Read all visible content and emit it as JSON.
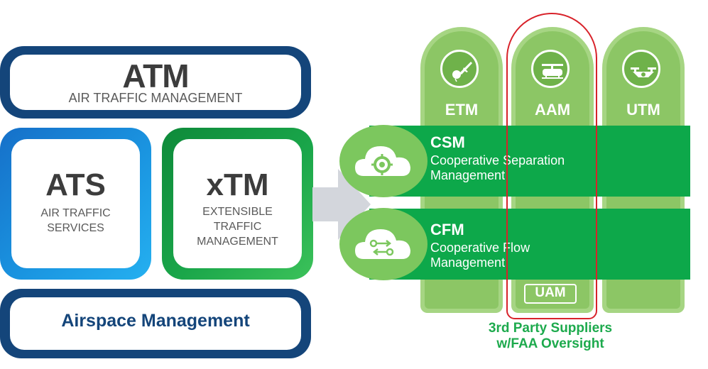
{
  "atm": {
    "title": "ATM",
    "subtitle": "AIR TRAFFIC MANAGEMENT"
  },
  "ats": {
    "title": "ATS",
    "subtitle_line1": "AIR TRAFFIC",
    "subtitle_line2": "SERVICES"
  },
  "xtm": {
    "title": "xTM",
    "subtitle_line1": "EXTENSIBLE",
    "subtitle_line2": "TRAFFIC",
    "subtitle_line3": "MANAGEMENT"
  },
  "airspace": {
    "label": "Airspace Management"
  },
  "pillars": [
    {
      "label": "ETM",
      "icon": "balloon-plane-icon"
    },
    {
      "label": "AAM",
      "icon": "helicopter-icon"
    },
    {
      "label": "UTM",
      "icon": "drone-icon"
    }
  ],
  "bands": [
    {
      "title": "CSM",
      "line1": "Cooperative Separation",
      "line2": "Management",
      "icon": "gear-cloud-icon"
    },
    {
      "title": "CFM",
      "line1": "Cooperative Flow",
      "line2": "Management",
      "icon": "flow-cloud-icon"
    }
  ],
  "uam": {
    "label": "UAM"
  },
  "suppliers": {
    "line1": "3rd Party Suppliers",
    "line2": "w/FAA Oversight"
  },
  "colors": {
    "navy": "#14457a",
    "blue": "#1a94e0",
    "green_dark": "#0da84a",
    "green_light": "#8cc665",
    "highlight_red": "#d8222a",
    "arrow_gray": "#d3d6dc"
  }
}
